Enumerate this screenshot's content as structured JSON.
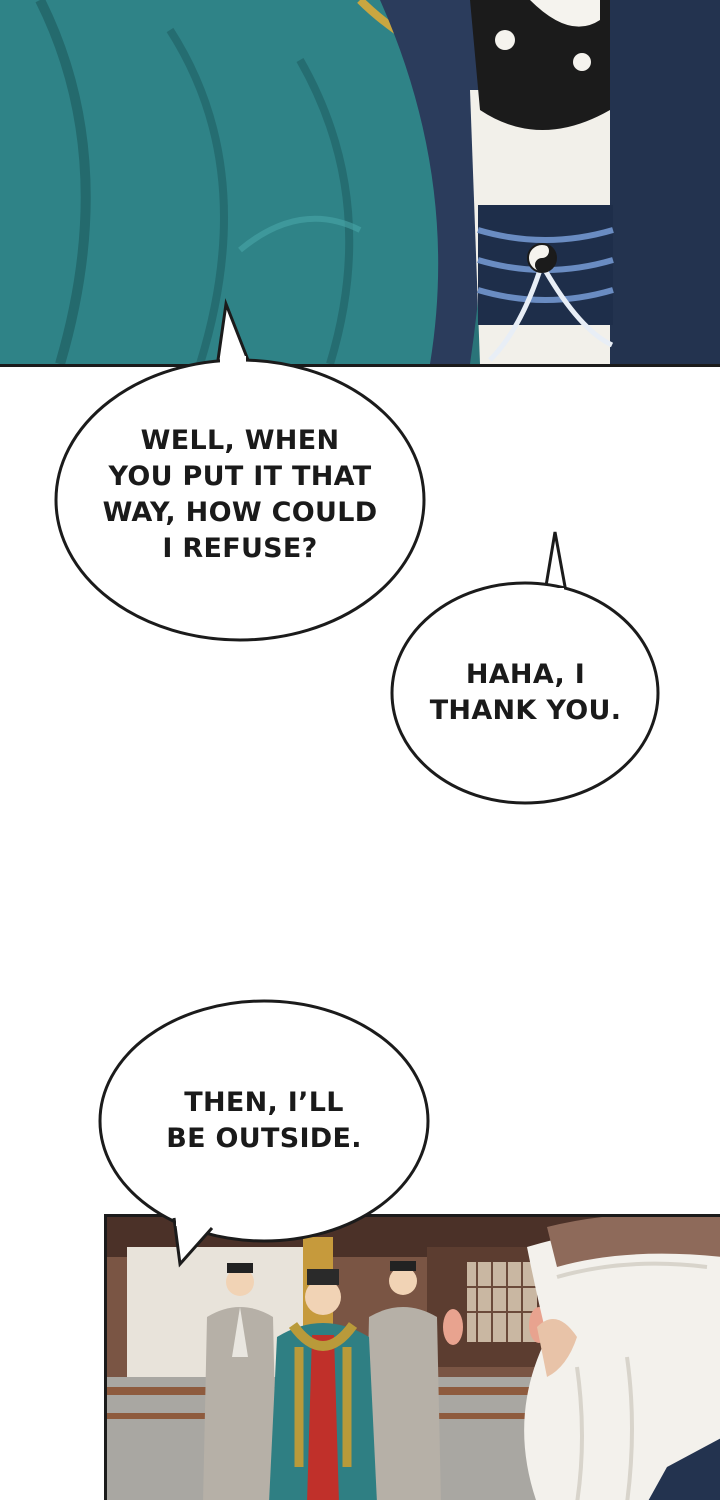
{
  "bubbles": {
    "one": {
      "text": "WELL, WHEN\nYOU PUT IT THAT\nWAY, HOW COULD\nI REFUSE?"
    },
    "two": {
      "text": "HAHA, I\nTHANK YOU."
    },
    "three": {
      "text": "THEN, I’LL\nBE OUTSIDE."
    }
  },
  "colors": {
    "robe_teal": "#2f7f83",
    "robe_navy": "#23334f",
    "bubble_fill": "#ffffff",
    "bubble_stroke": "#1b1b1b",
    "panel_border": "#1b1b1b",
    "red_robe": "#c0302a"
  },
  "icons": [
    "yin-yang-icon"
  ]
}
